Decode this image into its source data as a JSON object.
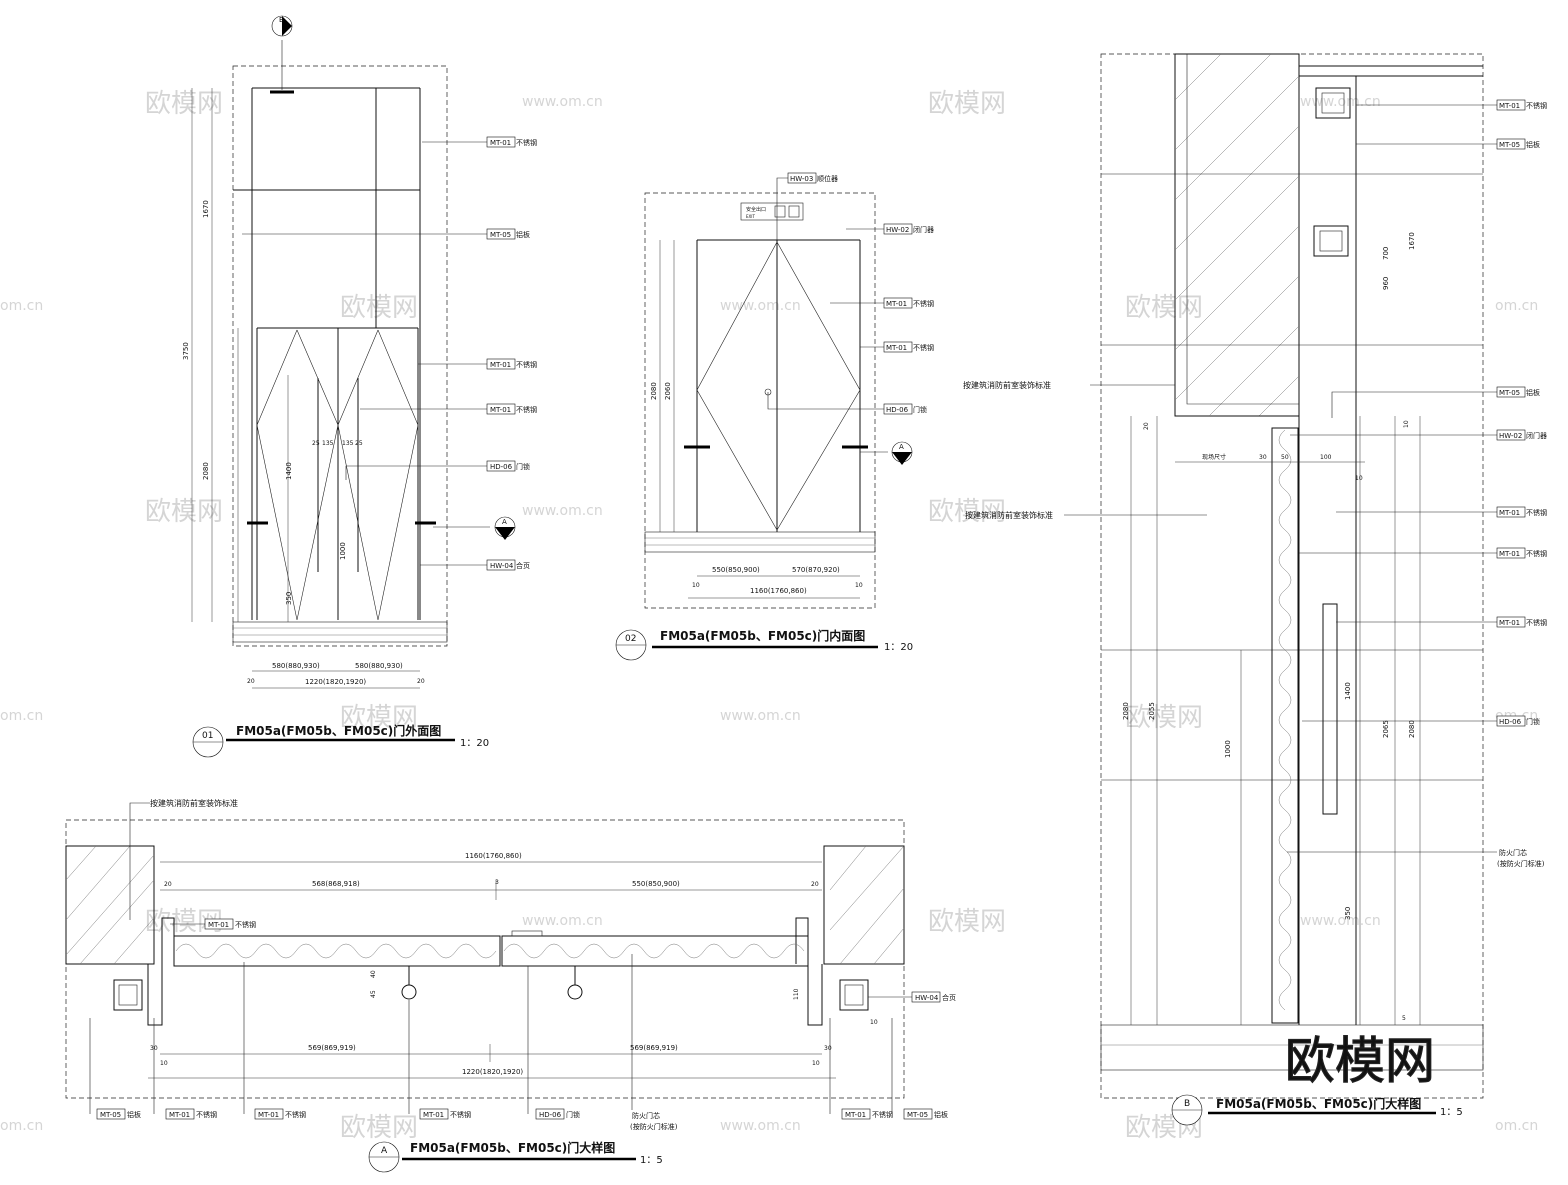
{
  "watermarks": {
    "brand": "欧模网",
    "site": "www.om.cn",
    "site_short": "om.cn"
  },
  "material_codes": {
    "mt01": "MT-01",
    "mt05": "MT-05",
    "hw02": "HW-02",
    "hw03": "HW-03",
    "hw04": "HW-04",
    "hd06": "HD-06"
  },
  "material_names": {
    "stainless": "不锈钢",
    "aluminum": "铝板",
    "closer": "闭门器",
    "coordinator": "顺位器",
    "hinge": "合页",
    "lock": "门锁"
  },
  "notes": {
    "fire_standard": "按建筑消防前室装饰标准",
    "fire_core_1": "防火门芯",
    "fire_core_2": "(按防火门标准)",
    "site_size": "现场尺寸"
  },
  "sign": {
    "line1": "安全出口",
    "line2": "EXIT"
  },
  "view01": {
    "number": "01",
    "title": "FM05a(FM05b、FM05c)门外面图",
    "scale": "1：20",
    "section_mark": "A",
    "top_mark": "B",
    "dims": {
      "total_height": "3750",
      "upper": "1670",
      "lower": "2080",
      "handle": "1400",
      "lock_h": "1000",
      "bottom": "350",
      "d25a": "25",
      "d135a": "135",
      "d135b": "135",
      "d25b": "25",
      "leaf_left": "580(880,930)",
      "leaf_right": "580(880,930)",
      "total_width": "1220(1820,1920)",
      "edge_l": "20",
      "edge_r": "20"
    }
  },
  "view02": {
    "number": "02",
    "title": "FM05a(FM05b、FM05c)门内面图",
    "scale": "1：20",
    "section_mark": "A",
    "dims": {
      "h1": "2080",
      "h2": "2060",
      "leaf_left": "550(850,900)",
      "leaf_right": "570(870,920)",
      "total_width": "1160(1760,860)",
      "e1": "10",
      "e2": "10"
    }
  },
  "viewA": {
    "number": "A",
    "title": "FM05a(FM05b、FM05c)门大样图",
    "scale": "1：5",
    "dims": {
      "top_total": "1160(1760,860)",
      "top_left": "568(868,918)",
      "top_right": "550(850,900)",
      "mid": "3",
      "edge20l": "20",
      "edge20r": "20",
      "d40": "40",
      "d45": "45",
      "d110": "110",
      "d10": "10",
      "bot_left": "569(869,919)",
      "bot_right": "569(869,919)",
      "bot_total": "1220(1820,1920)",
      "b30l": "30",
      "b10l": "10",
      "b30r": "30",
      "b10r": "10"
    }
  },
  "viewB": {
    "number": "B",
    "title": "FM05a(FM05b、FM05c)门大样图",
    "scale": "1：5",
    "dims": {
      "d700": "700",
      "d960": "960",
      "d1670": "1670",
      "d20": "20",
      "d10": "10",
      "site30": "30",
      "site50": "50",
      "d100": "100",
      "d10b": "10",
      "h2080l": "2080",
      "h2055": "2055",
      "h1000": "1000",
      "h1400": "1400",
      "h2065": "2065",
      "h2080r": "2080",
      "h350": "350",
      "d5": "5"
    }
  }
}
